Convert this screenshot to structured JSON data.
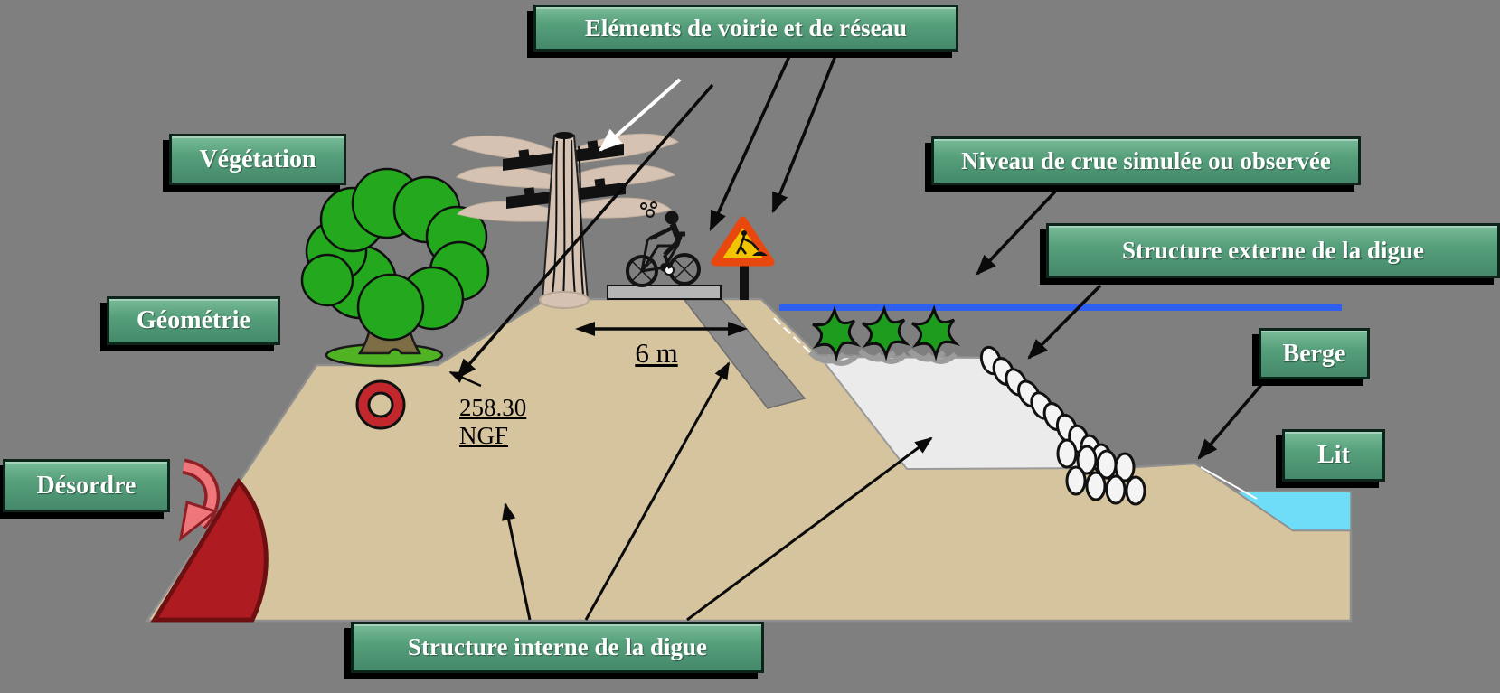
{
  "diagram": {
    "title_context": "Cross-section of a dike with labelled components",
    "boxes": {
      "elements_voirie": {
        "label": "Eléments de voirie et de réseau"
      },
      "vegetation": {
        "label": "Végétation"
      },
      "niveau_crue": {
        "label": "Niveau de crue simulée ou observée"
      },
      "structure_externe": {
        "label": "Structure externe de la digue"
      },
      "geometrie": {
        "label": "Géométrie"
      },
      "berge": {
        "label": "Berge"
      },
      "lit": {
        "label": "Lit"
      },
      "desordre": {
        "label": "Désordre"
      },
      "structure_interne": {
        "label": "Structure interne de la digue"
      }
    },
    "annotations": {
      "crest_width": "6 m",
      "elevation_value": "258.30",
      "elevation_datum": "NGF"
    },
    "colors": {
      "background": "#7f7f7f",
      "embankment_tan": "#d6c49e",
      "label_green_top": "#79bb98",
      "label_green_bottom": "#44896a",
      "flood_line_blue": "#2f5fef",
      "water_cyan": "#6fdcf8",
      "revetment_gray": "#ebebeb",
      "road_gray": "#8c8c8c",
      "platform_gray": "#b5b5b5",
      "disorder_red": "#ae1c21",
      "ring_red": "#c1272d",
      "sign_yellow": "#f2c300",
      "sign_red_border": "#e8470e",
      "plant_green": "#1e9c1e",
      "tree_green": "#23a81e",
      "mound_green": "#4fb323",
      "trunk_brown": "#7e6e45",
      "pole_tan": "#d5c2b2"
    }
  }
}
